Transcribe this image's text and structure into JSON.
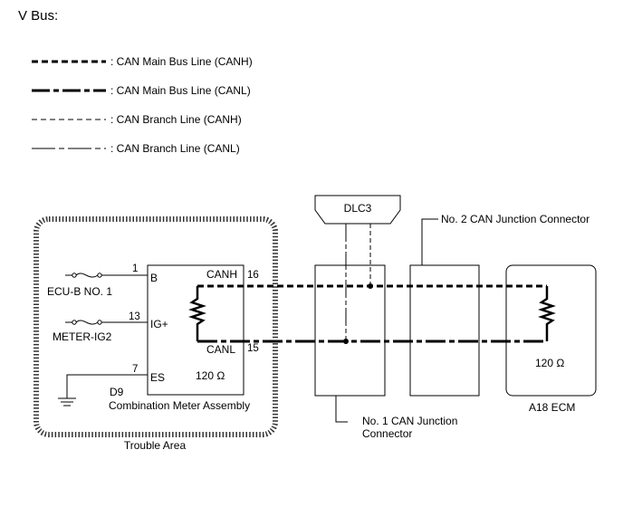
{
  "title": "V Bus:",
  "legend": [
    {
      "label": ": CAN Main Bus Line (CANH)",
      "style": "main-canh"
    },
    {
      "label": ": CAN Main Bus Line (CANL)",
      "style": "main-canl"
    },
    {
      "label": ": CAN Branch Line (CANH)",
      "style": "branch-canh"
    },
    {
      "label": ": CAN Branch Line (CANL)",
      "style": "branch-canl"
    }
  ],
  "trouble_area_label": "Trouble Area",
  "meter": {
    "inputs": [
      {
        "label": "ECU-B NO. 1",
        "pin": "1",
        "terminal": "B"
      },
      {
        "label": "METER-IG2",
        "pin": "13",
        "terminal": "IG+"
      }
    ],
    "ground_pin": "7",
    "ground_terminal": "ES",
    "canh_label": "CANH",
    "canh_pin": "16",
    "canl_label": "CANL",
    "canl_pin": "15",
    "resistance": "120 Ω",
    "connector_code": "D9",
    "name": "Combination Meter Assembly"
  },
  "dlc3_label": "DLC3",
  "junction1_label_line1": "No. 1 CAN Junction",
  "junction1_label_line2": "Connector",
  "junction2_label": "No. 2 CAN Junction Connector",
  "ecm": {
    "resistance": "120 Ω",
    "name": "A18  ECM"
  }
}
